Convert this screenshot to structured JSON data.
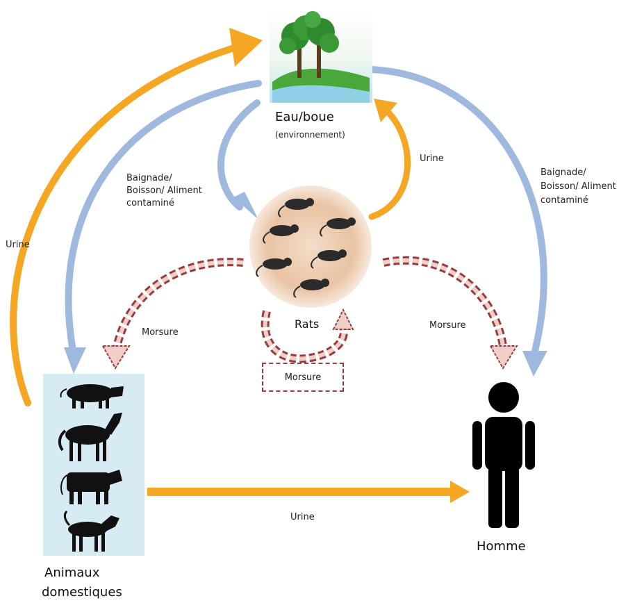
{
  "nodes": {
    "environment": {
      "title": "Eau/boue",
      "subtitle": "(environnement)"
    },
    "rats": {
      "label": "Rats"
    },
    "animals": {
      "label_line1": "Animaux",
      "label_line2": "domestiques"
    },
    "human": {
      "label": "Homme"
    }
  },
  "edges": {
    "animals_to_env": "Urine",
    "rats_to_env": "Urine",
    "env_to_animals": [
      "Baignade/",
      "Boisson/ Aliment",
      "contaminé"
    ],
    "env_to_human": [
      "Baignade/",
      "Boisson/ Aliment",
      "contaminé"
    ],
    "rats_to_animals": "Morsure",
    "rats_to_human": "Morsure",
    "rats_self": "Morsure",
    "animals_to_human": "Urine"
  },
  "colors": {
    "orange": "#f5a623",
    "blue": "#9fb8de",
    "dashed_red": "#9b3a3a",
    "dashed_fill": "#f1cfc9",
    "panel": "#d7ebf5",
    "silhouette": "#111111"
  },
  "icons": [
    "tree-icon",
    "rat-icon",
    "pig-icon",
    "horse-icon",
    "cow-icon",
    "dog-icon",
    "person-icon"
  ]
}
